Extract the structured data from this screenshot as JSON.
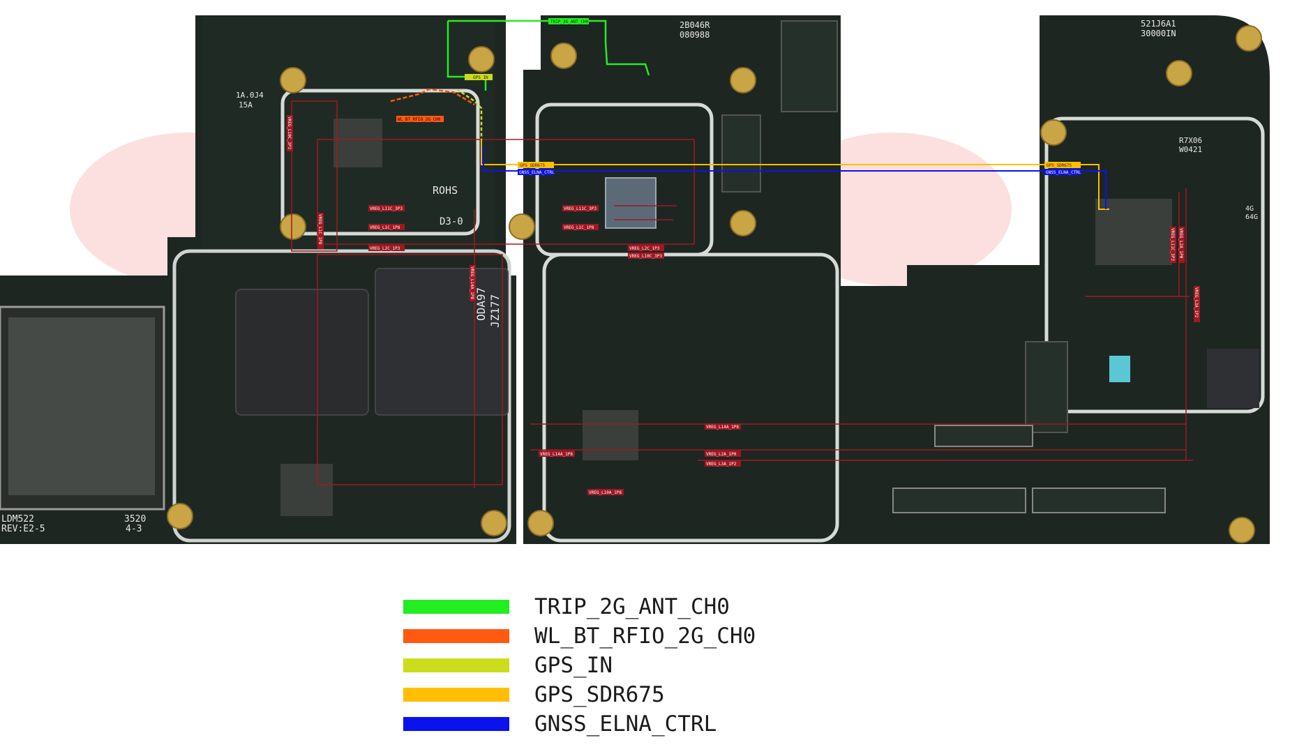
{
  "legend": [
    {
      "label": "TRIP_2G_ANT_CH0",
      "color": "#22ee22"
    },
    {
      "label": "WL_BT_RFIO_2G_CH0",
      "color": "#ff5a10"
    },
    {
      "label": "GPS_IN",
      "color": "#cbdc1c"
    },
    {
      "label": "GPS_SDR675",
      "color": "#ffbf00"
    },
    {
      "label": "GNSS_ELNA_CTRL",
      "color": "#0a12ee"
    }
  ],
  "net_tags": {
    "trip": "TRIP_2G_ANT_CH0",
    "wlbt": "WL_BT_RFIO_2G_CH0",
    "gps_in": "GPS_IN",
    "sdr_left": "GPS_SDR675",
    "elna_left": "GNSS_ELNA_CTRL",
    "sdr_right": "GPS_SDR675",
    "elna_right": "GNSS_ELNA_CTRL"
  },
  "rail_tags": {
    "l11c_a": "VREG_L11C_3P3",
    "l11c_b": "VREG_L11C_3P3",
    "l1c": "VREG_L1C_1P8",
    "l1c_b": "VREG_L1C_1P8",
    "l2c": "VREG_L2C_1P3",
    "l2c_b": "VREG_L2C_1P3",
    "l10c": "VREG_L10C_3P3",
    "l14a_a": "VREG_L14A_1P8",
    "l14a_b": "VREG_L14A_1P8",
    "l2a": "VREG_L2A_1P0",
    "l3a": "VREG_L3A_1P2",
    "l10a": "VREG_L10A_1P8",
    "l14a_v": "VREG_L14A_1P8",
    "l10c_v": "VREG_L10C_3P3",
    "l1c_v": "VREG_L1C_1P8",
    "l11c_v": "VREG_L11C_3P3",
    "l2a_v": "VREG_L2A_1P0",
    "l3a_v": "VREG_L3A_1P2"
  },
  "silkscreen": {
    "rohs": "ROHS",
    "ic_mark": "ODA97",
    "ic_code": "JZ177",
    "pcb_code": "2B046R",
    "pcb_num": "080988",
    "right_code": "521J6A1",
    "right_num": "30000IN",
    "model": "LDM522",
    "rev": "REV:E2-5",
    "lot": "3520",
    "lot2": "4-3",
    "cap1": "1A.0J4",
    "cap2": "15A",
    "d3": "D3-0",
    "mem": "4G",
    "mem2": "64G",
    "rfic": "R7X06",
    "rfic2": "W0421"
  }
}
